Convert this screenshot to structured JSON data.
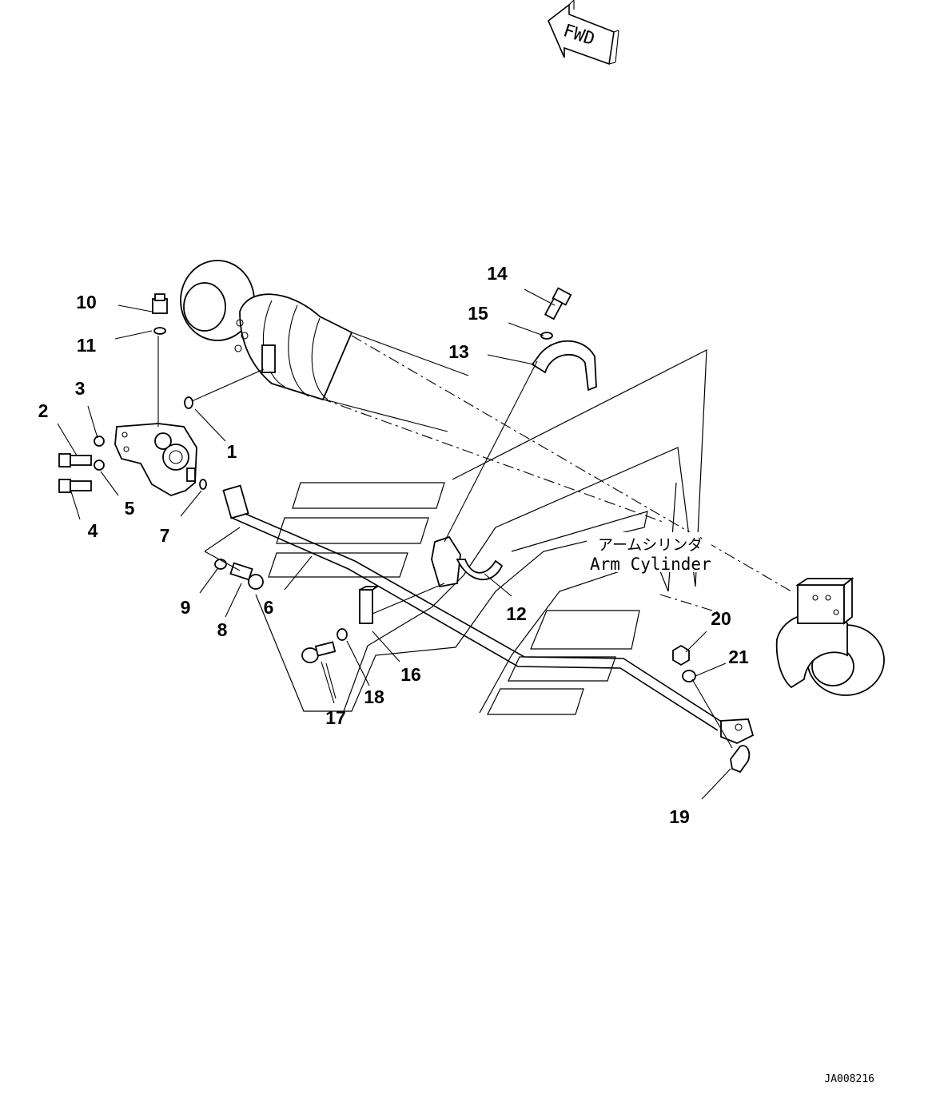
{
  "fwd_label": "FWD",
  "cylinder_label": {
    "jp": "アームシリンダ",
    "en": "Arm Cylinder"
  },
  "part_numbers": [
    "1",
    "2",
    "3",
    "4",
    "5",
    "6",
    "7",
    "8",
    "9",
    "10",
    "11",
    "12",
    "13",
    "14",
    "15",
    "16",
    "17",
    "18",
    "19",
    "20",
    "21"
  ],
  "drawing_code": "JA008216"
}
